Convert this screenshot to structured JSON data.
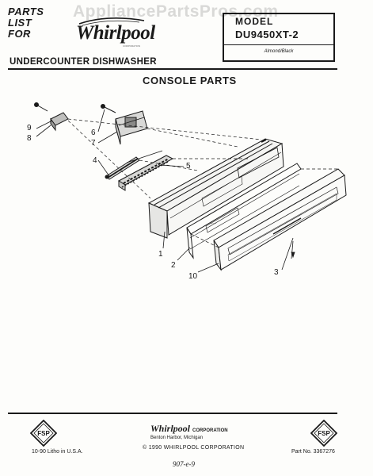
{
  "watermark": "AppliancePartsPros.com",
  "header": {
    "parts_list_lines": [
      "PARTS",
      "LIST",
      "FOR"
    ],
    "brand": "Whirlpool",
    "brand_sub": "CORPORATION",
    "model_label": "MODEL",
    "model_number": "DU9450XT-2",
    "color": "Almond/Black",
    "product": "UNDERCOUNTER DISHWASHER"
  },
  "section_title": "CONSOLE PARTS",
  "callouts": {
    "c1": "1",
    "c2": "2",
    "c3": "3",
    "c4": "4",
    "c5": "5",
    "c6": "6",
    "c7": "7",
    "c8": "8",
    "c9": "9",
    "c10": "10"
  },
  "footer": {
    "company": "Whirlpool",
    "company_suffix": "CORPORATION",
    "city": "Benton Harbor, Michigan",
    "copyright": "© 1990 WHIRLPOOL CORPORATION",
    "litho": "10-90 Litho in U.S.A.",
    "part_no": "Part No. 3367276",
    "handwritten": "907-e-9",
    "fsp_badge": "FSP"
  }
}
